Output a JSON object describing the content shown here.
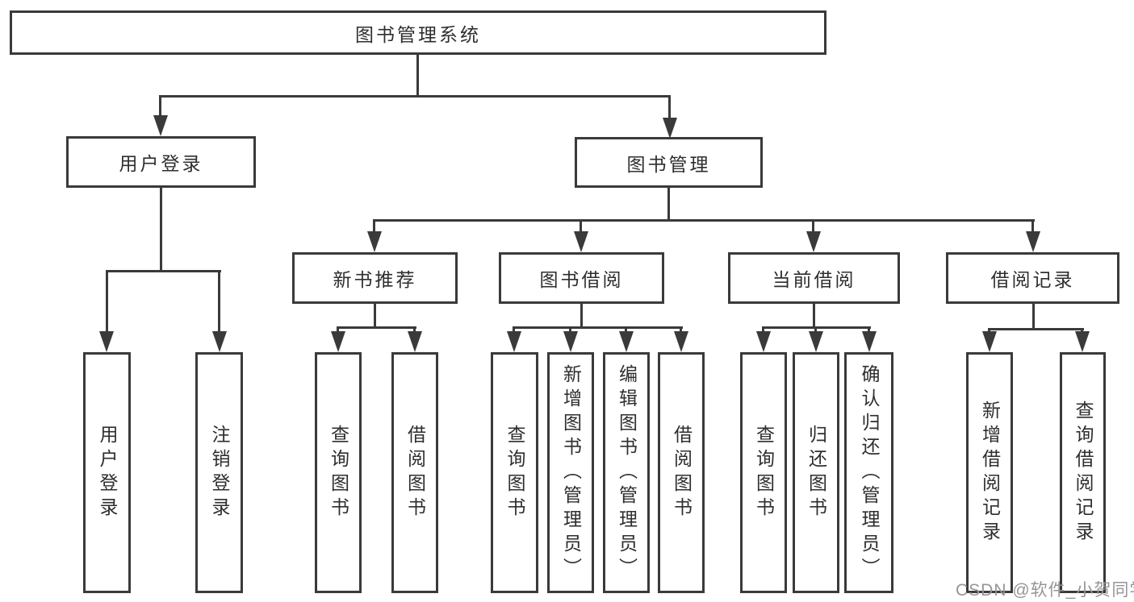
{
  "title": "图书管理系统",
  "colors": {
    "line": "#3a3a3a",
    "text": "#2e2e2e",
    "watermark": "#95959a",
    "background": "#ffffff",
    "box_fill": "#ffffff"
  },
  "watermark": {
    "text": "CSDN @软件_小贺同学"
  },
  "tree": {
    "label": "图书管理系统",
    "children": [
      {
        "label": "用户登录",
        "children": [
          {
            "label": "用户登录"
          },
          {
            "label": "注销登录"
          }
        ]
      },
      {
        "label": "图书管理",
        "children": [
          {
            "label": "新书推荐",
            "children": [
              {
                "label": "查询图书"
              },
              {
                "label": "借阅图书"
              }
            ]
          },
          {
            "label": "图书借阅",
            "children": [
              {
                "label": "查询图书"
              },
              {
                "label": "新增图书（管理员）"
              },
              {
                "label": "编辑图书（管理员）"
              },
              {
                "label": "借阅图书"
              }
            ]
          },
          {
            "label": "当前借阅",
            "children": [
              {
                "label": "查询图书"
              },
              {
                "label": "归还图书"
              },
              {
                "label": "确认归还（管理员）"
              }
            ]
          },
          {
            "label": "借阅记录",
            "children": [
              {
                "label": "新增借阅记录"
              },
              {
                "label": "查询借阅记录"
              }
            ]
          }
        ]
      }
    ]
  }
}
